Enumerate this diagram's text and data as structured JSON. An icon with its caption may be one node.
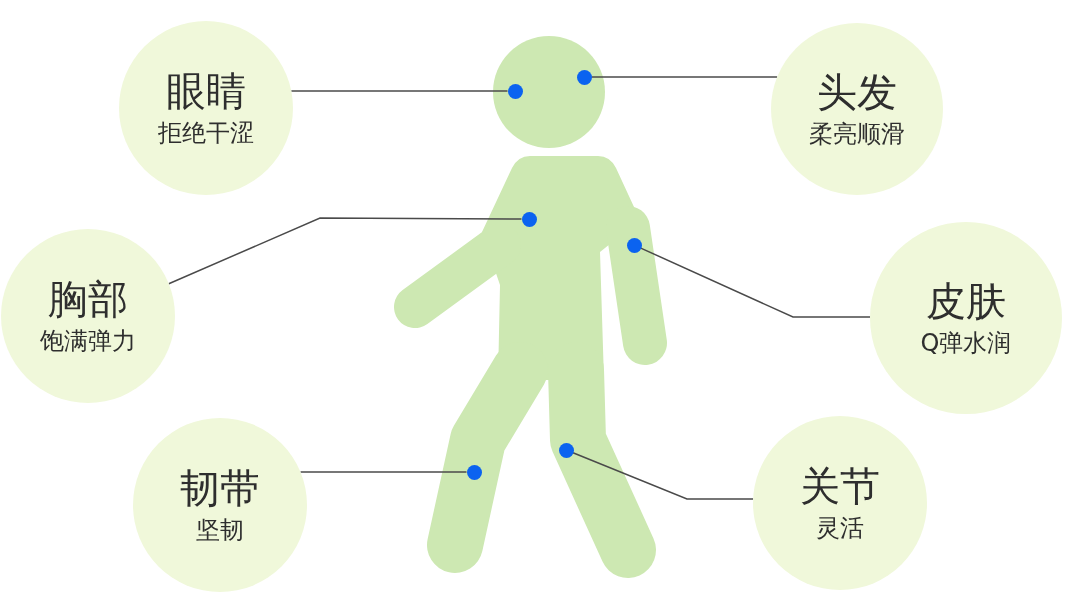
{
  "diagram": {
    "nodes": [
      {
        "text": [
          "眼睛",
          "拒绝干涩"
        ]
      },
      {
        "text": [
          "头发",
          "柔亮顺滑"
        ]
      },
      {
        "text": [
          "胸部",
          "饱满弹力"
        ]
      },
      {
        "text": [
          "皮肤",
          "Q弹水润"
        ]
      },
      {
        "text": [
          "韧带",
          "坚韧"
        ]
      },
      {
        "text": [
          "关节",
          "灵活"
        ]
      },
      {
        "text": [],
        "shape": "circle"
      },
      {
        "text": [],
        "shape": "circle"
      },
      {
        "text": [],
        "shape": "circle"
      },
      {
        "text": [],
        "shape": "circle"
      },
      {
        "text": [],
        "shape": "circle"
      },
      {
        "text": [],
        "shape": "circle"
      }
    ],
    "edges": [
      {
        "from": 0,
        "to": 6,
        "arrow": "none"
      },
      {
        "from": 1,
        "to": 7,
        "arrow": "none"
      },
      {
        "from": 2,
        "to": 8,
        "arrow": "none"
      },
      {
        "from": 3,
        "to": 9,
        "arrow": "none"
      },
      {
        "from": 4,
        "to": 10,
        "arrow": "none"
      },
      {
        "from": 5,
        "to": 11,
        "arrow": "none"
      }
    ]
  }
}
